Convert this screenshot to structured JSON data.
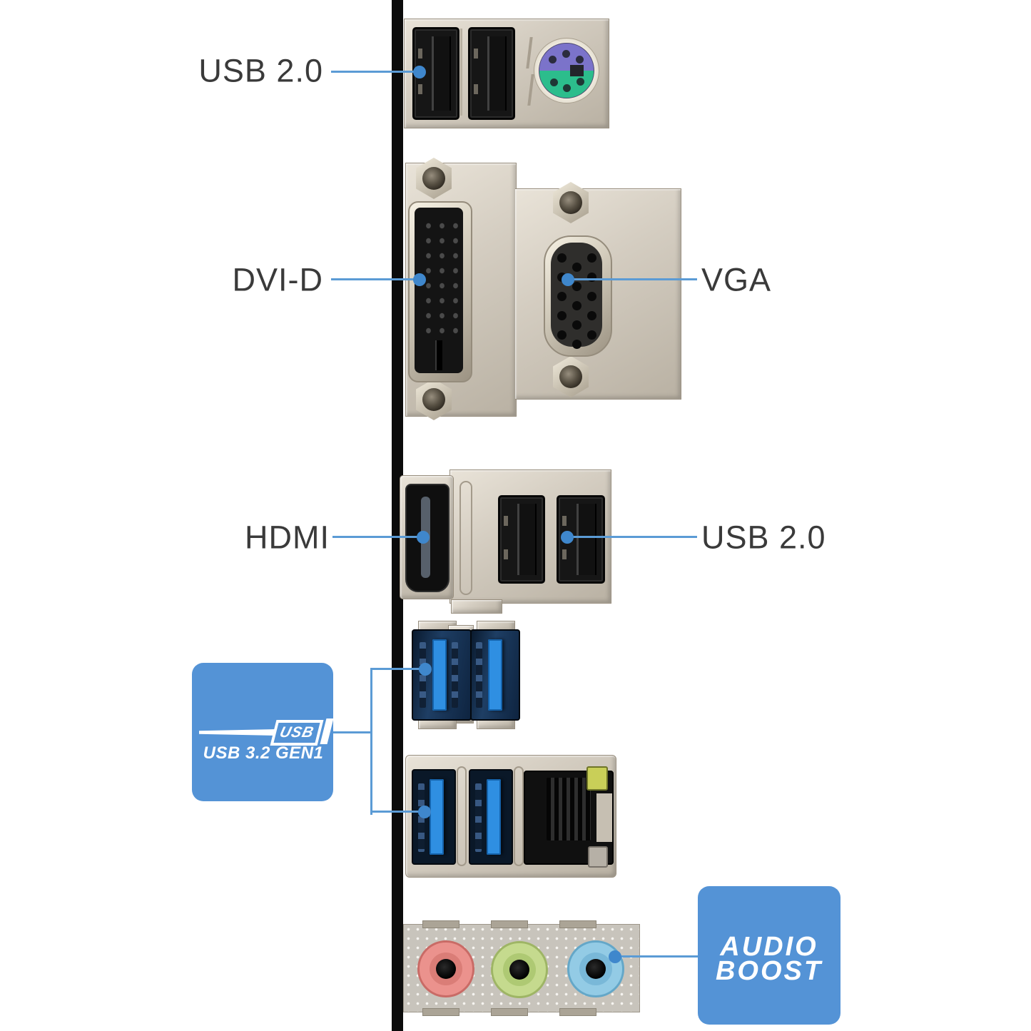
{
  "colors": {
    "accent_line": "#5b9bd5",
    "accent_dot": "#3f87cc",
    "badge_blue": "#5493d6",
    "label_text": "#3a3a3a",
    "ps2_purple": "#7b73ca",
    "ps2_green": "#2cbd8c",
    "usb3_blue": "#2f8fe2",
    "jack_pink": "#eb928d",
    "jack_green": "#c5da8e",
    "jack_blue": "#93cbe5"
  },
  "callouts": [
    {
      "id": "usb2-top",
      "label": "USB 2.0"
    },
    {
      "id": "dvi",
      "label": "DVI-D"
    },
    {
      "id": "vga",
      "label": "VGA"
    },
    {
      "id": "hdmi",
      "label": "HDMI"
    },
    {
      "id": "usb2-mid",
      "label": "USB 2.0"
    }
  ],
  "badges": {
    "usb32": {
      "logo": "USB",
      "label": "USB 3.2 GEN1"
    },
    "audio": {
      "line1": "AUDIO",
      "line2": "BOOST"
    }
  },
  "ports": {
    "top": [
      "usb2-port",
      "usb2-port",
      "ps2-combo-port"
    ],
    "video": [
      "dvi-d-port",
      "vga-port"
    ],
    "middle": [
      "hdmi-port",
      "usb2-port",
      "usb2-port"
    ],
    "usb32_gen1": [
      "usb3-port",
      "usb3-port",
      "usb3-port",
      "usb3-port"
    ],
    "network": [
      "ethernet-rj45-port"
    ],
    "audio_jacks": [
      "mic-in-jack-pink",
      "line-out-jack-green",
      "line-in-jack-blue"
    ]
  }
}
